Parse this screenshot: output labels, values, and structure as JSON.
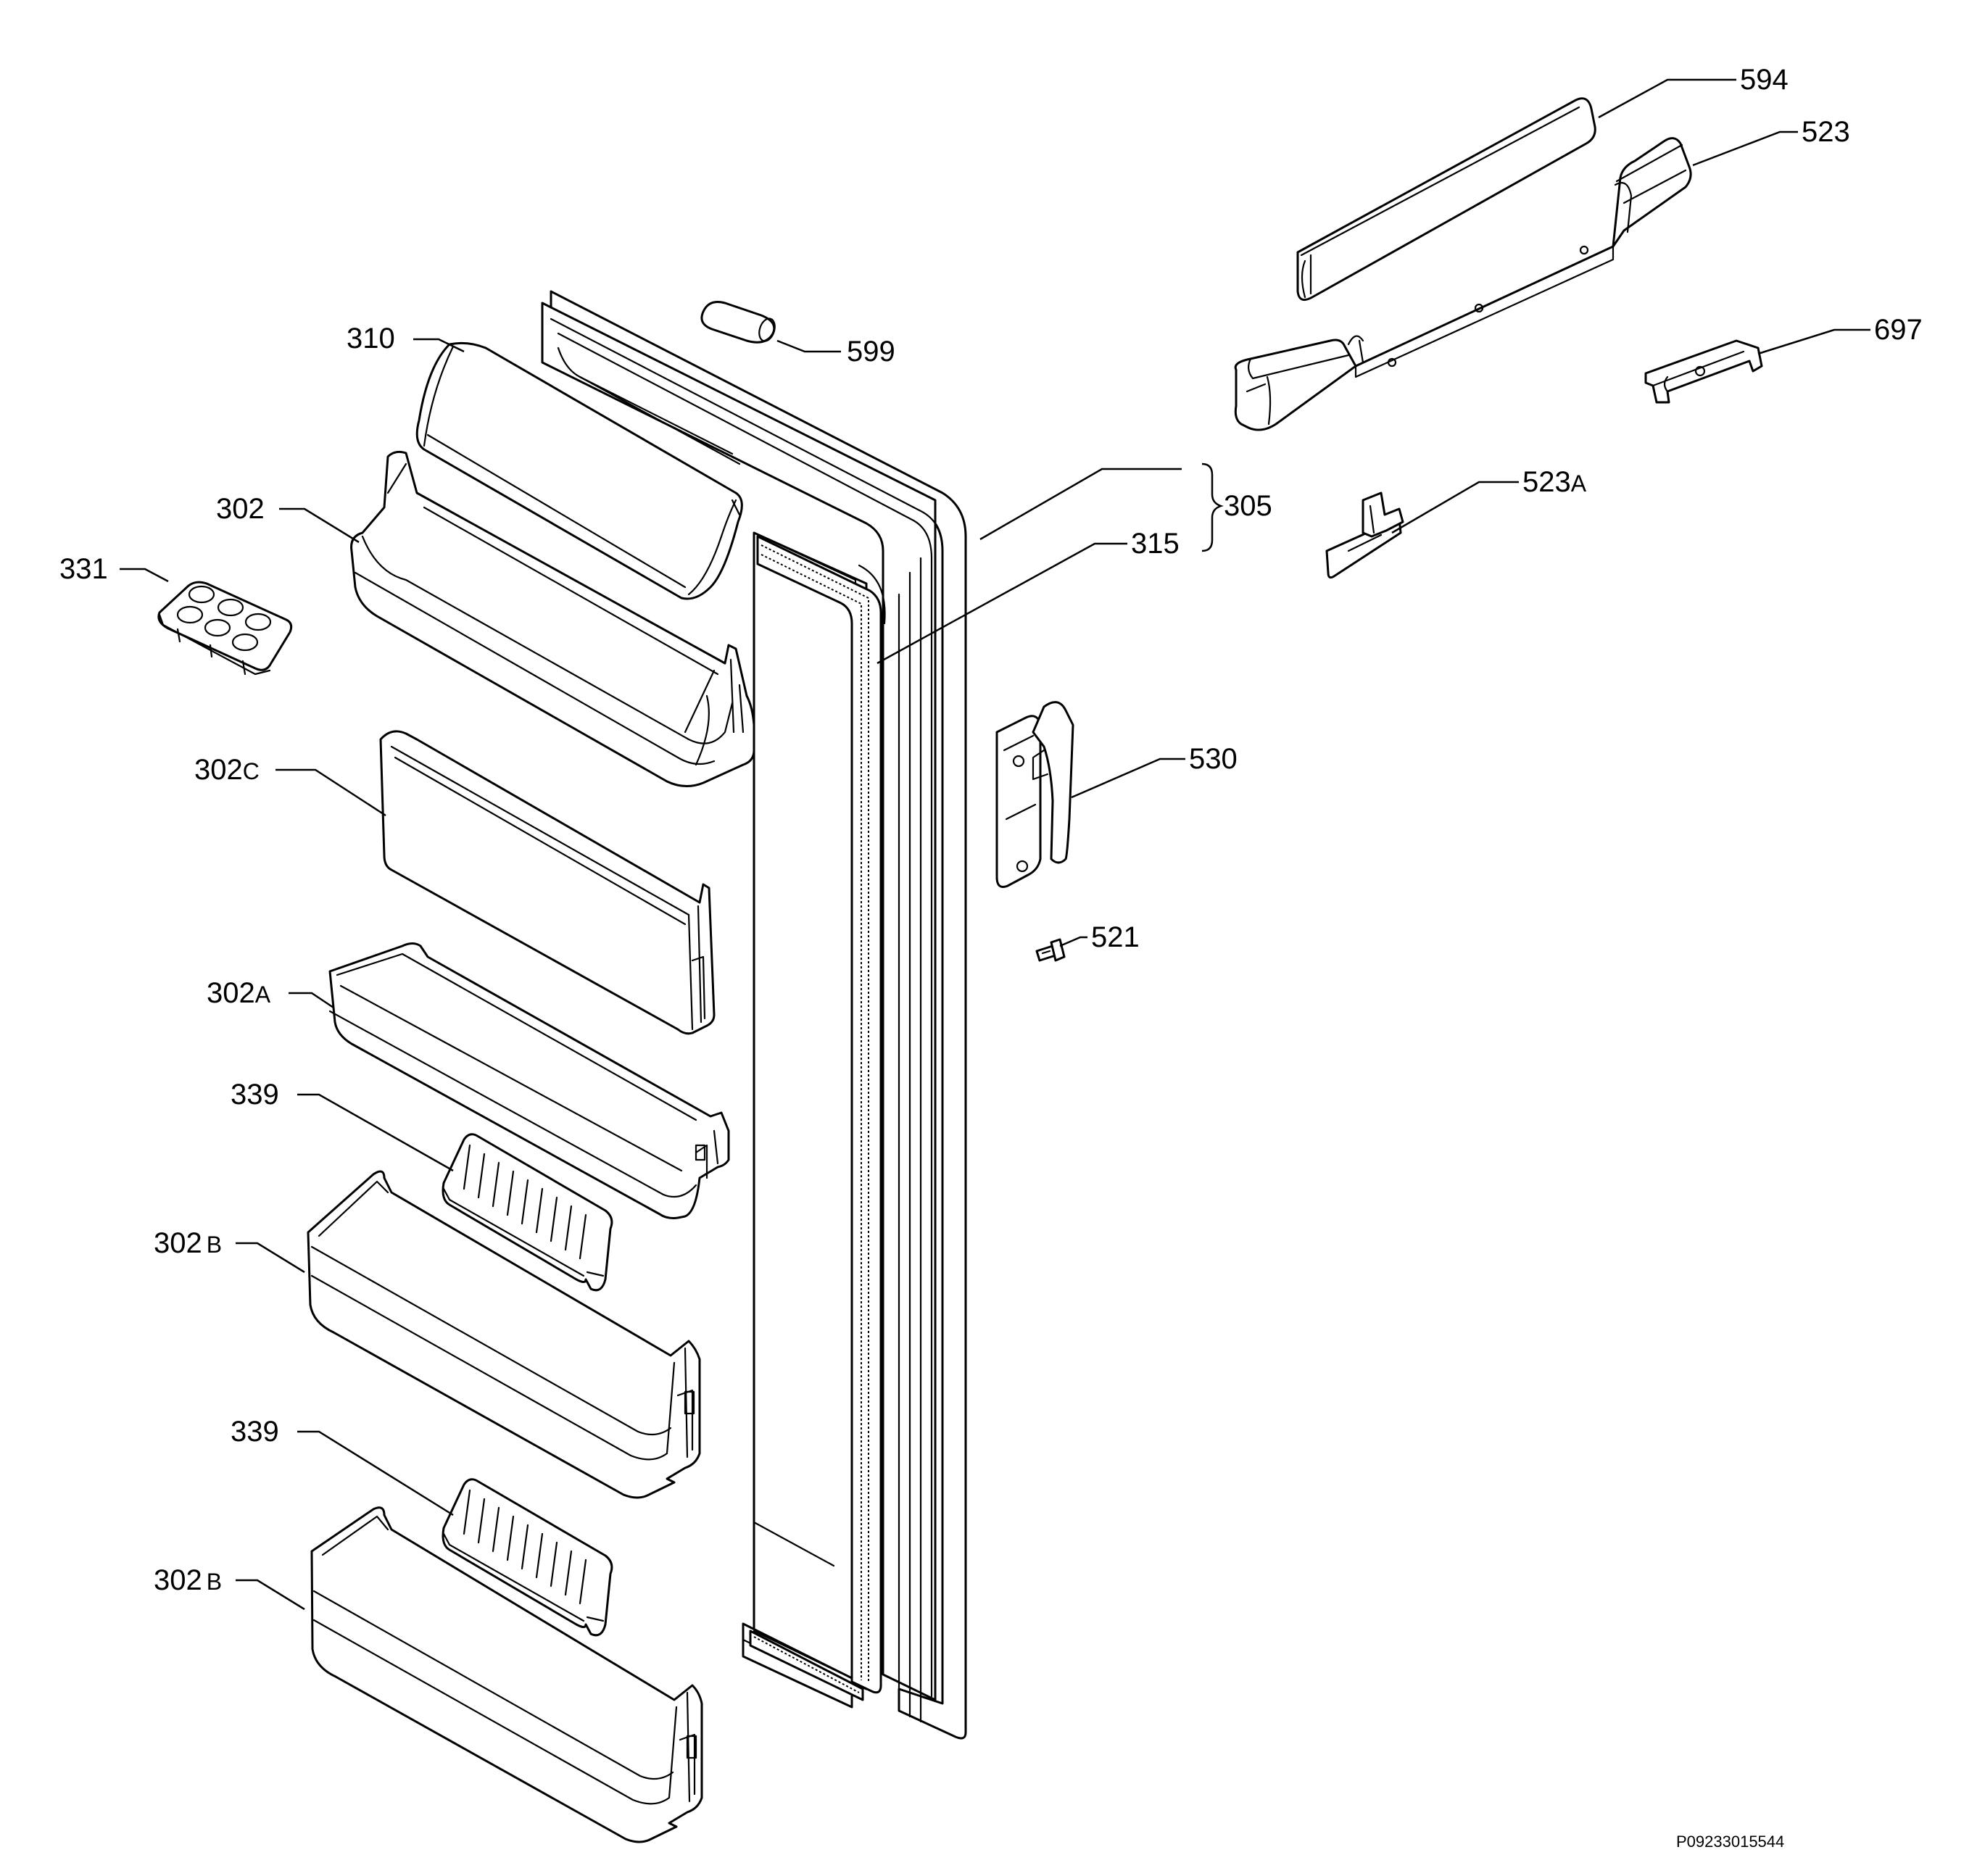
{
  "callouts": [
    {
      "id": "594",
      "main": "594",
      "suffix": ""
    },
    {
      "id": "523",
      "main": "523",
      "suffix": ""
    },
    {
      "id": "697",
      "main": "697",
      "suffix": ""
    },
    {
      "id": "599",
      "main": "599",
      "suffix": ""
    },
    {
      "id": "310",
      "main": "310",
      "suffix": ""
    },
    {
      "id": "305",
      "main": "305",
      "suffix": ""
    },
    {
      "id": "315",
      "main": "315",
      "suffix": ""
    },
    {
      "id": "523A",
      "main": "523",
      "suffix": "A"
    },
    {
      "id": "302",
      "main": "302",
      "suffix": ""
    },
    {
      "id": "331",
      "main": "331",
      "suffix": ""
    },
    {
      "id": "302C",
      "main": "302",
      "suffix": "C"
    },
    {
      "id": "530",
      "main": "530",
      "suffix": ""
    },
    {
      "id": "521",
      "main": "521",
      "suffix": ""
    },
    {
      "id": "302A",
      "main": "302",
      "suffix": "A"
    },
    {
      "id": "339a",
      "main": "339",
      "suffix": ""
    },
    {
      "id": "302Ba",
      "main": "302",
      "suffix": "B"
    },
    {
      "id": "339b",
      "main": "339",
      "suffix": ""
    },
    {
      "id": "302Bb",
      "main": "302",
      "suffix": "B"
    }
  ],
  "drawing_code": "P09233015544"
}
